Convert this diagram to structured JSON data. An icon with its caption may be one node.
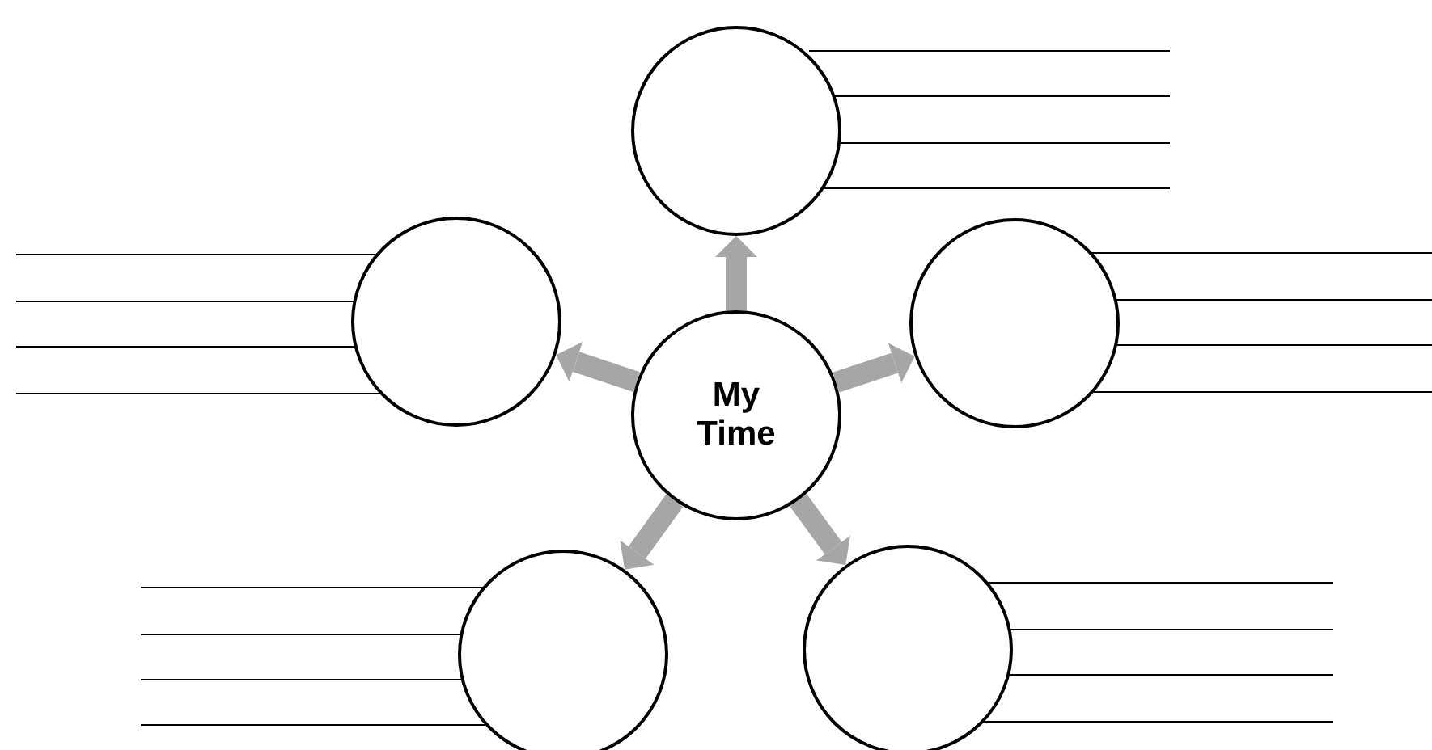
{
  "diagram": {
    "nodes": [
      {
        "text": [],
        "shape": "circle"
      },
      {
        "text": [],
        "shape": "circle"
      },
      {
        "text": [
          "My Time"
        ]
      },
      {
        "text": [],
        "shape": "circle"
      },
      {
        "text": [],
        "shape": "circle"
      },
      {
        "text": [],
        "shape": "circle"
      }
    ],
    "edges": [
      {
        "from": 2,
        "to": 0,
        "arrow": "to"
      },
      {
        "from": 2,
        "to": 1,
        "arrow": "to"
      },
      {
        "from": 2,
        "to": 3,
        "arrow": "to"
      },
      {
        "from": 2,
        "to": 4,
        "arrow": "to"
      },
      {
        "from": 2,
        "to": 5,
        "arrow": "to"
      }
    ]
  }
}
